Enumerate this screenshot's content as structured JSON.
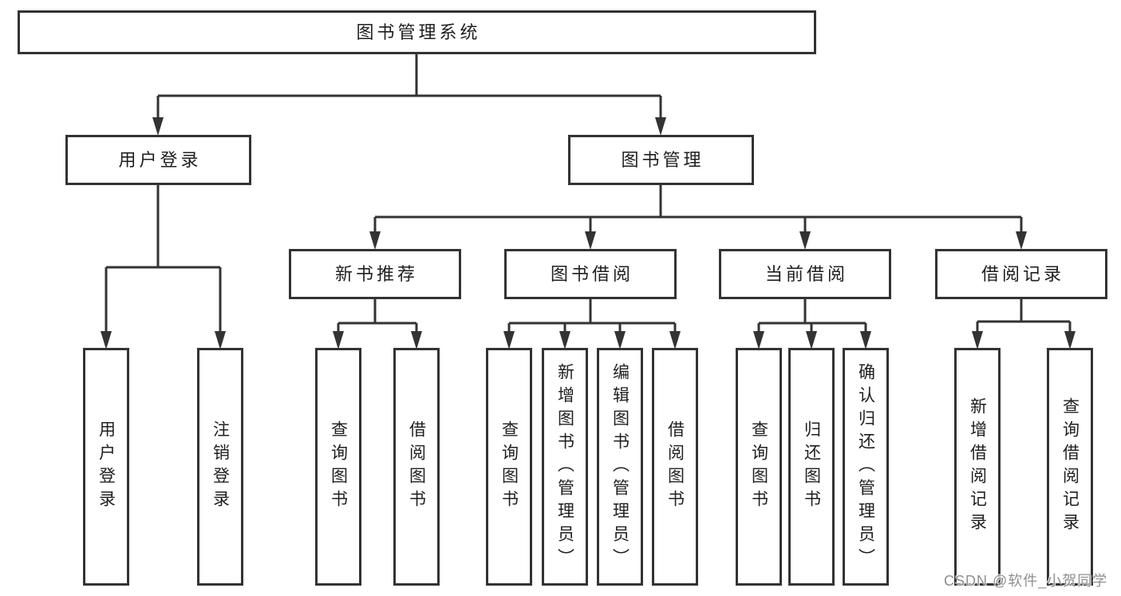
{
  "colors": {
    "line": "#333333",
    "box_border": "#333333",
    "text": "#1f1f1f",
    "watermark": "#8f8f8f",
    "background": "#ffffff"
  },
  "root": {
    "label": "图书管理系统"
  },
  "level2": [
    {
      "label": "用户登录"
    },
    {
      "label": "图书管理"
    }
  ],
  "level3": [
    {
      "label": "新书推荐",
      "parent": "图书管理"
    },
    {
      "label": "图书借阅",
      "parent": "图书管理"
    },
    {
      "label": "当前借阅",
      "parent": "图书管理"
    },
    {
      "label": "借阅记录",
      "parent": "图书管理"
    }
  ],
  "leaves": [
    {
      "label": "用户登录",
      "parent": "用户登录"
    },
    {
      "label": "注销登录",
      "parent": "用户登录"
    },
    {
      "label": "查询图书",
      "parent": "新书推荐"
    },
    {
      "label": "借阅图书",
      "parent": "新书推荐"
    },
    {
      "label": "查询图书",
      "parent": "图书借阅"
    },
    {
      "label": "新增图书（管理员）",
      "parent": "图书借阅"
    },
    {
      "label": "编辑图书（管理员）",
      "parent": "图书借阅"
    },
    {
      "label": "借阅图书",
      "parent": "图书借阅"
    },
    {
      "label": "查询图书",
      "parent": "当前借阅"
    },
    {
      "label": "归还图书",
      "parent": "当前借阅"
    },
    {
      "label": "确认归还（管理员）",
      "parent": "当前借阅"
    },
    {
      "label": "新增借阅记录",
      "parent": "借阅记录"
    },
    {
      "label": "查询借阅记录",
      "parent": "借阅记录"
    }
  ],
  "watermark": {
    "text": "CSDN @软件_小贺同学"
  }
}
